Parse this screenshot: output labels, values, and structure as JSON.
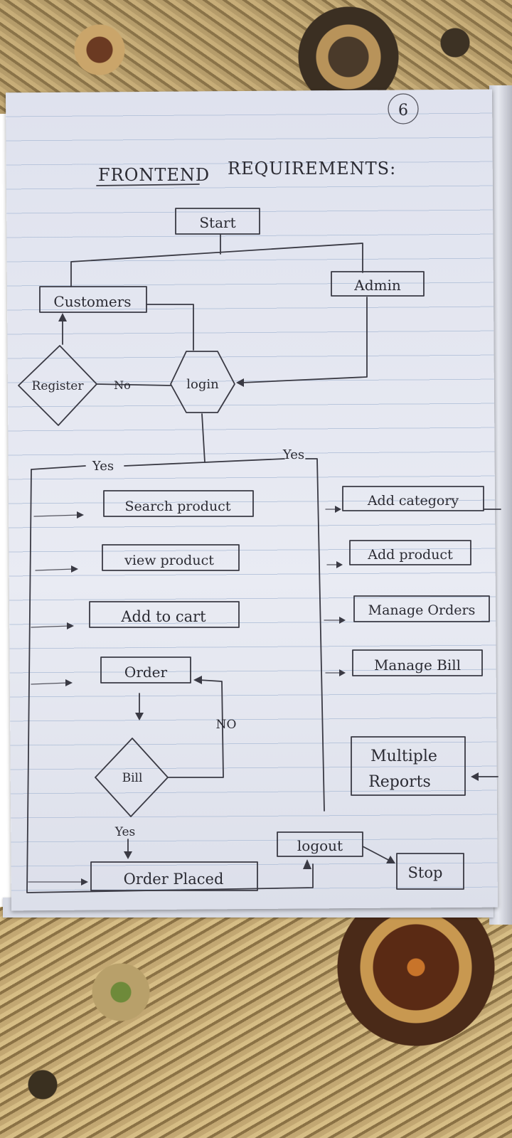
{
  "page_number": "6",
  "title_left": "FRONTEND",
  "title_right": "REQUIREMENTS:",
  "nodes": {
    "start": "Start",
    "customers": "Customers",
    "admin": "Admin",
    "register": "Register",
    "login": "login",
    "search_product": "Search product",
    "view_product": "view product",
    "add_to_cart": "Add to cart",
    "order": "Order",
    "bill": "Bill",
    "order_placed": "Order Placed",
    "add_category": "Add category",
    "add_product": "Add product",
    "manage_orders": "Manage Orders",
    "manage_bill": "Manage Bill",
    "multiple_reports_line1": "Multiple",
    "multiple_reports_line2": "Reports",
    "logout": "logout",
    "stop": "Stop"
  },
  "edge_labels": {
    "register_no": "No",
    "customer_yes": "Yes",
    "admin_yes": "Yes",
    "bill_no": "NO",
    "bill_yes": "Yes"
  },
  "colors": {
    "ink": "#2b2b33",
    "paper": "#e4e6ef",
    "ruling": "#b9c6dc"
  }
}
